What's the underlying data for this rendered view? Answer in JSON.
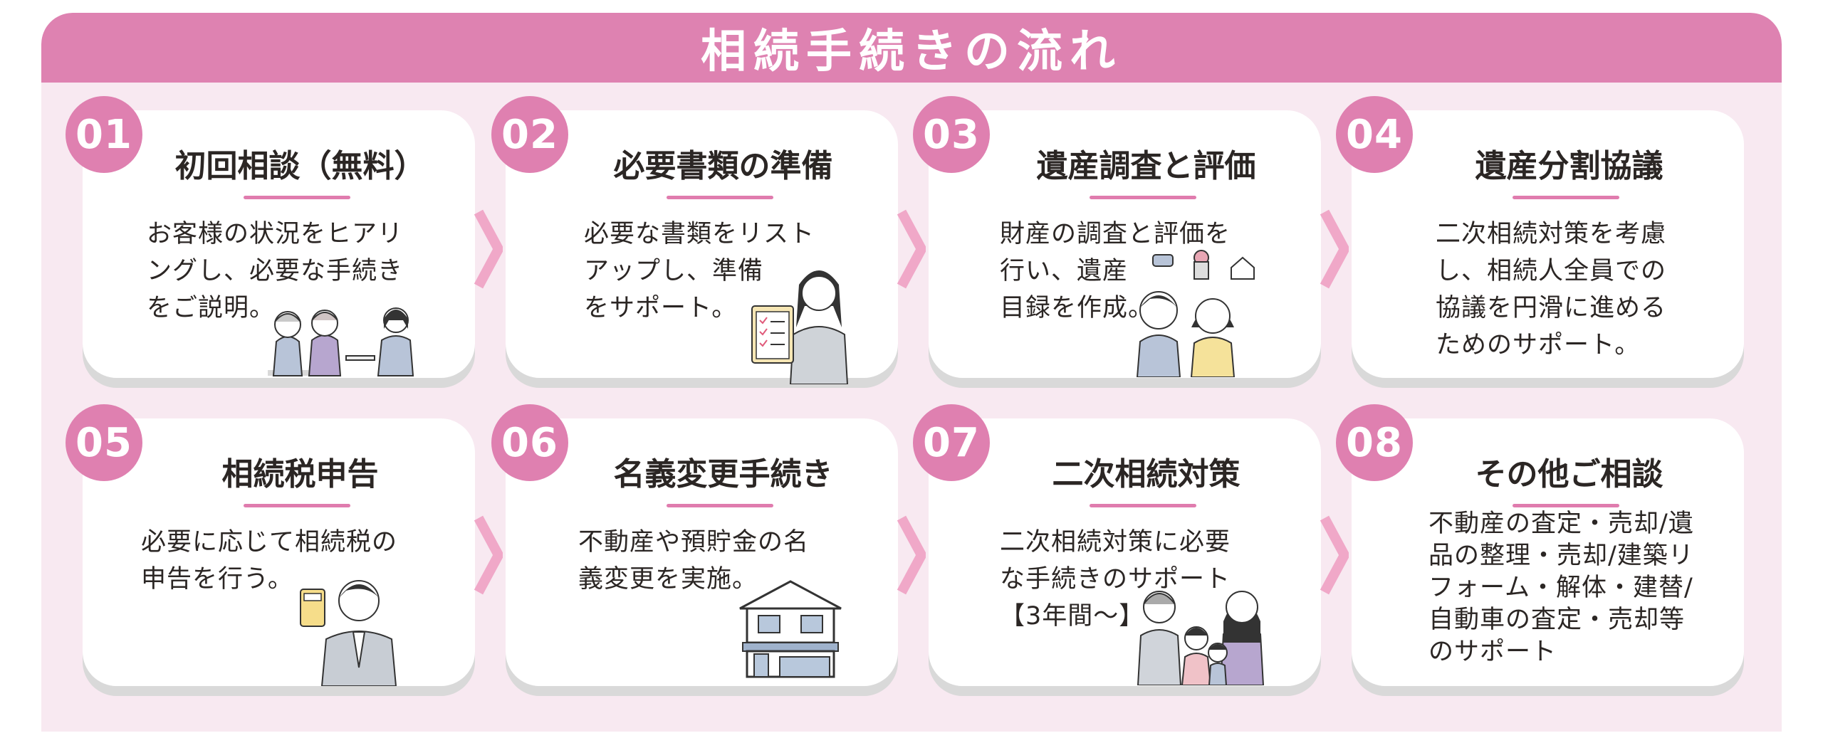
{
  "banner": {
    "title": "相続手続きの流れ"
  },
  "steps": [
    {
      "num": "01",
      "title": "初回相談（無料）",
      "lines": [
        "お客様の状況をヒアリ",
        "ングし、必要な手続き",
        "をご説明。"
      ],
      "illustration": "consultation-people-icon"
    },
    {
      "num": "02",
      "title": "必要書類の準備",
      "lines": [
        "必要な書類をリスト",
        "アップし、準備",
        "をサポート。"
      ],
      "illustration": "woman-checklist-icon"
    },
    {
      "num": "03",
      "title": "遺産調査と評価",
      "lines": [
        "財産の調査と評価を",
        "行い、遺産",
        "目録を作成。"
      ],
      "illustration": "couple-assets-icon"
    },
    {
      "num": "04",
      "title": "遺産分割協議",
      "lines": [
        "二次相続対策を考慮",
        "し、相続人全員での",
        "協議を円滑に進める",
        "ためのサポート。"
      ],
      "illustration": ""
    },
    {
      "num": "05",
      "title": "相続税申告",
      "lines": [
        "必要に応じて相続税の",
        "申告を行う。"
      ],
      "illustration": "man-calculator-icon"
    },
    {
      "num": "06",
      "title": "名義変更手続き",
      "lines": [
        "不動産や預貯金の名",
        "義変更を実施。"
      ],
      "illustration": "house-icon"
    },
    {
      "num": "07",
      "title": "二次相続対策",
      "lines": [
        "二次相続対策に必要",
        "な手続きのサポート",
        "【3年間～】"
      ],
      "illustration": "family-icon"
    },
    {
      "num": "08",
      "title": "その他ご相談",
      "lines": [
        "不動産の査定・売却/遺",
        "品の整理・売却/建築リ",
        "フォーム・解体・建替/",
        "自動車の査定・売却等",
        "のサポート"
      ],
      "illustration": ""
    }
  ],
  "colors": {
    "accent": "#de82b1",
    "panel": "#f8e9f1",
    "chevron": "#f0a8c8"
  }
}
